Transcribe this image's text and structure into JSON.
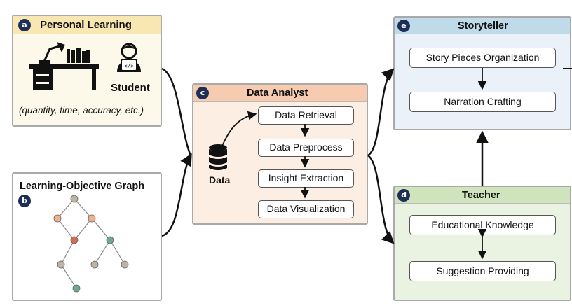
{
  "personal_learning": {
    "badge": "a",
    "title": "Personal Learning",
    "student_label": "Student",
    "caption": "(quantity, time, accuracy, etc.)",
    "colors": {
      "header": "#f9e7b3",
      "body": "#fdf9ea"
    },
    "icons": [
      "desk-lamp-icon",
      "books-icon",
      "student-laptop-icon"
    ]
  },
  "learning_objective_graph": {
    "badge": "b",
    "title": "Learning-Objective Graph",
    "node_colors": {
      "gray": "#bdb3a3",
      "peach": "#f0b28d",
      "red": "#d86a55",
      "green": "#6bab8b"
    }
  },
  "data_analyst": {
    "badge": "c",
    "title": "Data Analyst",
    "data_label": "Data",
    "steps": [
      "Data Retrieval",
      "Data Preprocess",
      "Insight Extraction",
      "Data Visualization"
    ],
    "colors": {
      "header": "#f7cbb0",
      "body": "#fdeee4"
    },
    "icons": [
      "database-icon"
    ]
  },
  "storyteller": {
    "badge": "e",
    "title": "Storyteller",
    "steps": [
      "Story Pieces Organization",
      "Narration Crafting"
    ],
    "colors": {
      "header": "#bfdbea",
      "body": "#eaf1f8"
    }
  },
  "teacher": {
    "badge": "d",
    "title": "Teacher",
    "steps": [
      "Educational Knowledge",
      "Suggestion Providing"
    ],
    "colors": {
      "header": "#cfe3bd",
      "body": "#eaf3e1"
    }
  }
}
